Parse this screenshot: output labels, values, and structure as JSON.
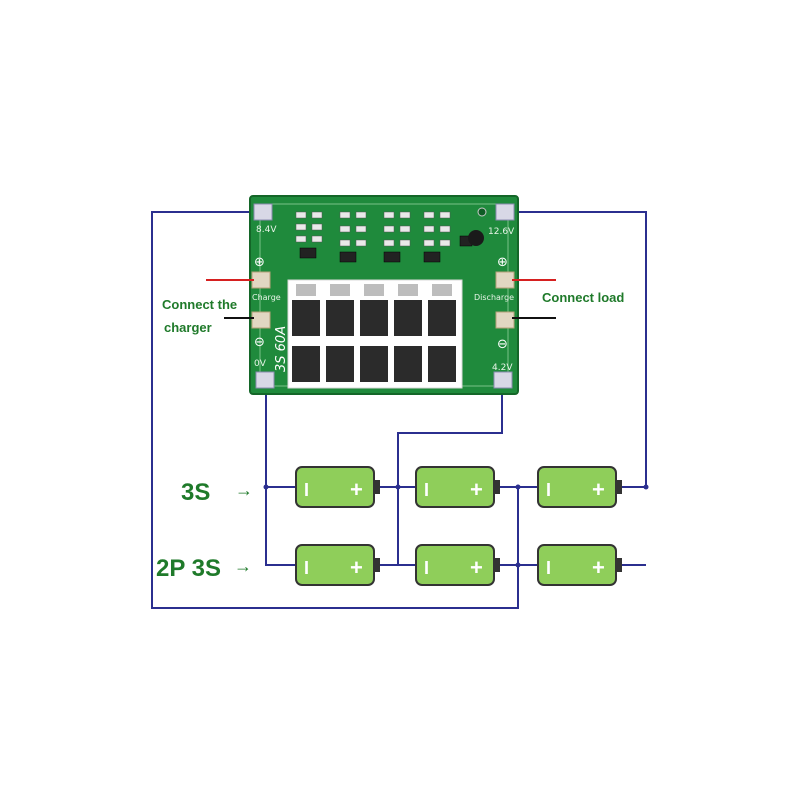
{
  "board": {
    "model_label": "3S 60A",
    "pad_labels": {
      "top_left": "8.4V",
      "top_right": "12.6V",
      "charge": "Charge",
      "discharge": "Discharge",
      "zero_v": "0V",
      "bottom_right": "4.2V"
    },
    "polarity": {
      "plus": "⊕",
      "minus": "⊖"
    }
  },
  "labels": {
    "charger_line1": "Connect the",
    "charger_line2": "charger",
    "load": "Connect load",
    "row_3s": "3S",
    "row_2p3s": "2P 3S"
  },
  "arrows": {
    "arrow": "→"
  },
  "battery": {
    "minus": "I",
    "plus": "+"
  },
  "colors": {
    "pcb": "#1f8a3c",
    "wire": "#2b2f8f",
    "positive_lead": "#d62020",
    "negative_lead": "#111111",
    "battery_fill": "#8fce5a",
    "label_green": "#1f7a2a"
  }
}
